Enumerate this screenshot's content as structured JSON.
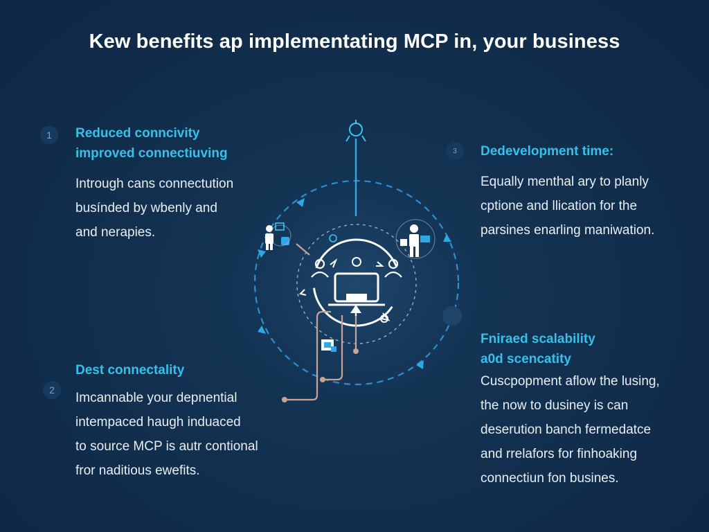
{
  "title": "Kew benefits ap implementating MCP in, your business",
  "benefits": [
    {
      "number": "1",
      "heading": [
        "Reduced conncivity",
        "improved connectiuving"
      ],
      "body": [
        "Intrough cans connectution",
        "busínded by wbenly and",
        "and nerapies."
      ]
    },
    {
      "number": "2",
      "heading": [
        "Dest connectality"
      ],
      "body": [
        "Imcannable your depnential",
        "intempaced haugh induaced",
        "to source MCP is autr contional",
        "fror naditious ewefits."
      ]
    },
    {
      "number": "3",
      "heading": [
        "Dedevelopment  time:"
      ],
      "body": [
        "Equally menthal ary to planly",
        "cptione and llication  for the",
        "parsines enarling maniwation."
      ]
    },
    {
      "heading": [
        "Fniraed scalability",
        "a0d scencatity"
      ],
      "body": [
        "Cuscpopment aflow the lusing,",
        "the now to dusiney is can",
        "deserution banch fermedatce",
        "and rrelafors for finhoaking",
        "connectiun fon busines."
      ]
    }
  ],
  "colors": {
    "background": "#12304f",
    "accent": "#36c0ea",
    "ring": "#2f8fcf",
    "connector": "#c9a398",
    "text": "#e9eef4"
  },
  "icons": [
    "robot-icon",
    "laptop-icon",
    "person-icon",
    "document-icon",
    "hand-icon",
    "gear-icon"
  ]
}
